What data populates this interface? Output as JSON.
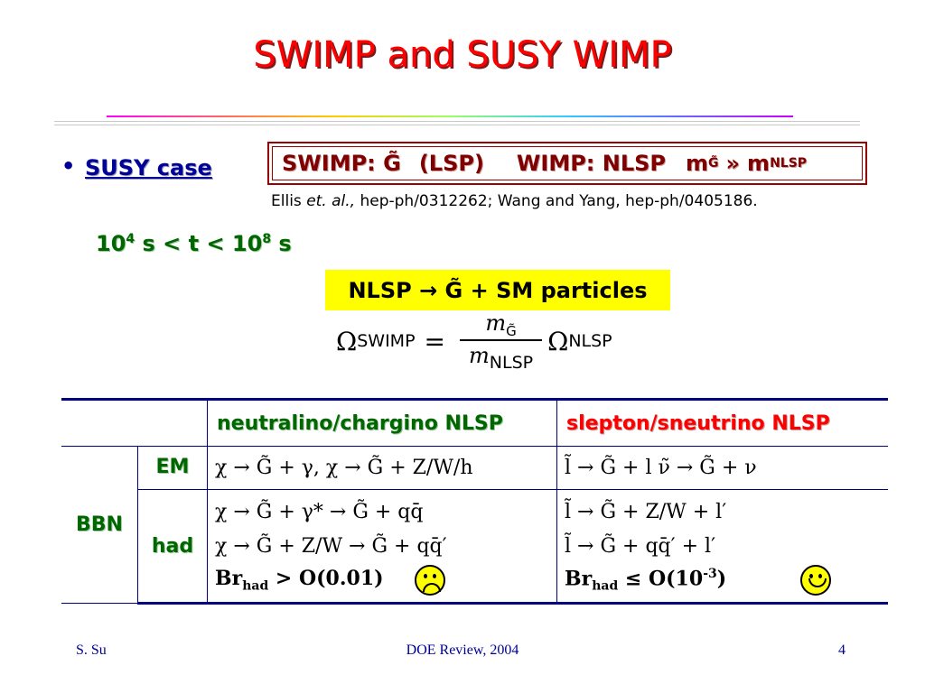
{
  "title": "SWIMP and SUSY WIMP",
  "bullet_link": "SUSY case",
  "swimp_box": {
    "swimp": "SWIMP: G̃",
    "lsp": "(LSP)",
    "wimp": "WIMP: NLSP",
    "mass_relation": "m",
    "mass_sub_g": "G̃",
    "gg": "»",
    "m_nlsp": "m",
    "nlsp_sub": "NLSP"
  },
  "references": {
    "ellis": "Ellis",
    "et_al": "et. al.,",
    "rest": "hep-ph/0312262; Wang and Yang, hep-ph/0405186."
  },
  "time_range": {
    "base1": "10",
    "exp1": "4",
    "mid": "s < t < 10",
    "exp2": "8",
    "unit": "s"
  },
  "decay": "NLSP → G̃ + SM particles",
  "formula": {
    "omega": "Ω",
    "swimp_sub": "SWIMP",
    "eq": "=",
    "num_m": "m",
    "num_sub": "G̃",
    "den_m": "m",
    "den_sub": "NLSP",
    "omega2": "Ω",
    "nlsp_sub": "NLSP"
  },
  "table": {
    "header_neutralino": "neutralino/chargino NLSP",
    "header_slepton": "slepton/sneutrino NLSP",
    "row_bbn": "BBN",
    "row_em": "EM",
    "row_had": "had",
    "em_neutralino": "χ → G̃ + γ, χ → G̃ + Z/W/h",
    "em_slepton": "l̃ → G̃ + l    ν̃ → G̃ + ν",
    "had_neutralino_1": "χ → G̃ + γ* → G̃ + qq̄",
    "had_neutralino_2": "χ → G̃ + Z/W → G̃ + qq̄′",
    "had_slepton_1": "l̃ → G̃ + Z/W + l′",
    "had_slepton_2": "l̃ → G̃ + qq̄′ + l′",
    "br_neut_prefix": "Br",
    "br_neut_sub": "had",
    "br_neut_rel": " > O(0.01)",
    "br_slep_prefix": "Br",
    "br_slep_sub": "had",
    "br_slep_rel": " ≤ O(10",
    "br_slep_exp": "-3",
    "br_slep_close": ")"
  },
  "footer": {
    "author": "S. Su",
    "event": "DOE Review, 2004",
    "page": "4"
  }
}
